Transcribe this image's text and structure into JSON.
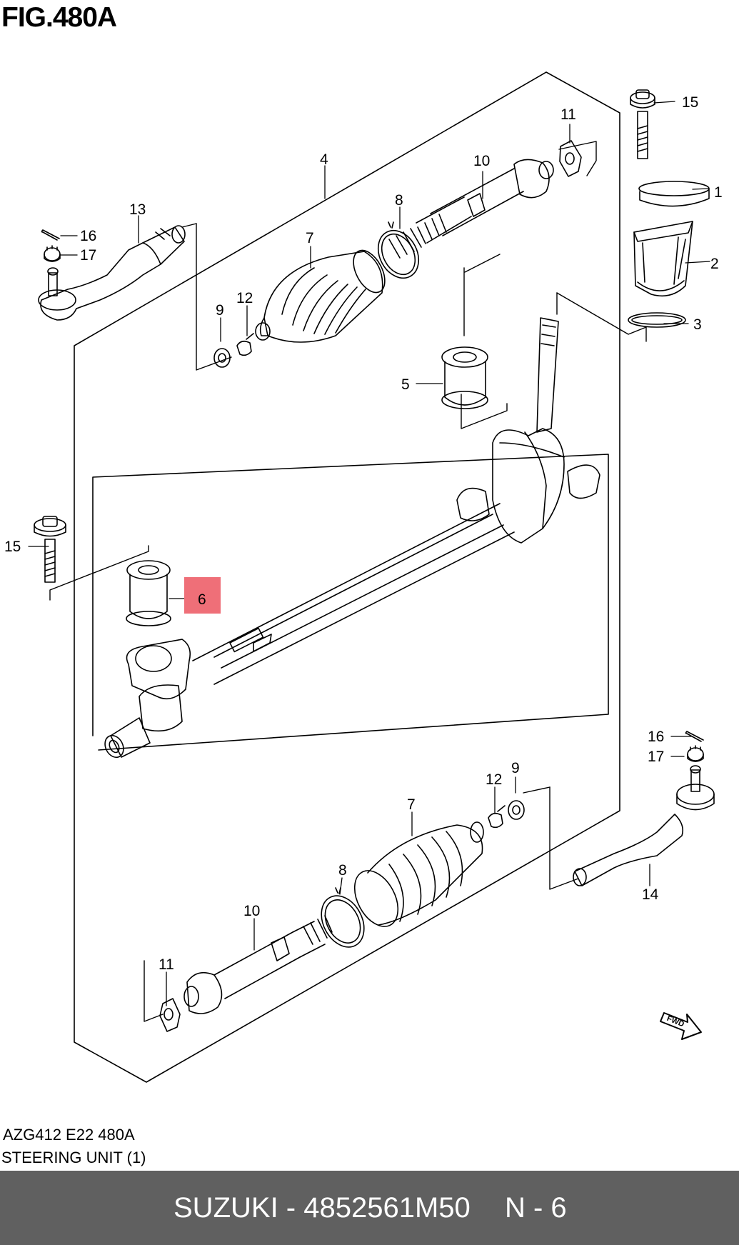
{
  "figure": {
    "title": "FIG.480A"
  },
  "callouts": {
    "c15_top": "15",
    "c1": "1",
    "c2": "2",
    "c3": "3",
    "c11_top": "11",
    "c10_top": "10",
    "c4": "4",
    "c8_top": "8",
    "c7_top": "7",
    "c13": "13",
    "c16_left": "16",
    "c17_left": "17",
    "c9_top": "9",
    "c12_top": "12",
    "c5": "5",
    "c15_left": "15",
    "c6": "6",
    "c16_right": "16",
    "c17_right": "17",
    "c12_bottom": "12",
    "c9_bottom": "9",
    "c7_bottom": "7",
    "c8_bottom": "8",
    "c14": "14",
    "c10_bottom": "10",
    "c11_bottom": "11"
  },
  "highlight": {
    "callout": "6",
    "color": "#ef6f78"
  },
  "fwd_label": "FWD",
  "footer": {
    "code": "AZG412 E22 480A",
    "caption": "STEERING UNIT (1)"
  },
  "bottom_bar": {
    "part_text": "SUZUKI - 4852561M50",
    "qty_text": "N - 6",
    "color": "#606060"
  }
}
